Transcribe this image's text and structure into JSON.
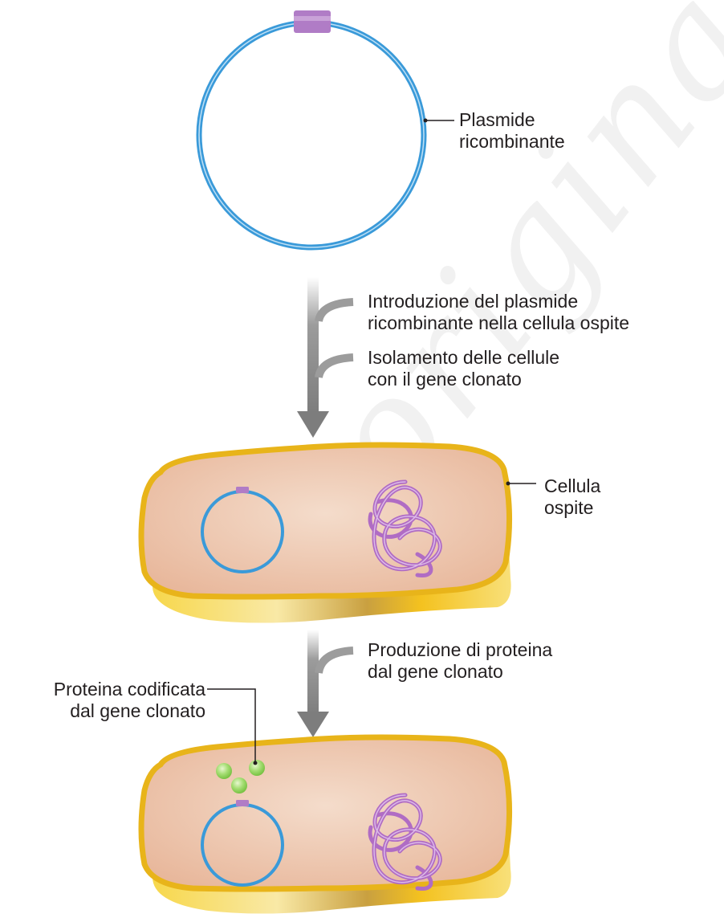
{
  "labels": {
    "plasmid": [
      "Plasmide",
      "ricombinante"
    ],
    "step1": [
      "Introduzione del plasmide",
      "ricombinante nella cellula ospite"
    ],
    "step2": [
      "Isolamento delle cellule",
      "con il gene clonato"
    ],
    "host_cell": [
      "Cellula",
      "ospite"
    ],
    "step3": [
      "Produzione di proteina",
      "dal gene clonato"
    ],
    "protein": [
      "Proteina codificata",
      "dal gene clonato"
    ]
  },
  "watermark": "originale",
  "colors": {
    "plasmid_ring": "#3a9ad9",
    "insert": "#b07cc6",
    "cell_fill": "#eec3a8",
    "cell_wall": "#f2c12e",
    "chromosome": "#b06cc4",
    "protein": "#8fd15a",
    "arrow": "#8a8a8a"
  }
}
